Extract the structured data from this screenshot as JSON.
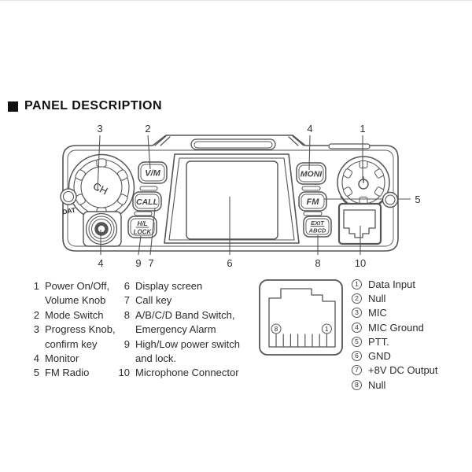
{
  "title": {
    "heading": "PANEL DESCRIPTION"
  },
  "device": {
    "labels": {
      "vm": "V/M",
      "call": "CALL",
      "hl_top": "H/L",
      "hl_bottom": "LOCK",
      "moni": "MONI",
      "fm": "FM",
      "exit_top": "EXIT",
      "exit_bottom": "ABCD",
      "channel_knob": "CH",
      "data_jack": "DAT"
    }
  },
  "callouts": {
    "top": [
      "3",
      "2",
      "4",
      "1"
    ],
    "right": [
      "5"
    ],
    "bottom": [
      "4",
      "9",
      "7",
      "6",
      "8",
      "10"
    ]
  },
  "legend_left": {
    "items": [
      {
        "num": "1",
        "text": "Power On/Off,"
      },
      {
        "num": "",
        "text": "Volume Knob"
      },
      {
        "num": "2",
        "text": "Mode Switch"
      },
      {
        "num": "3",
        "text": "Progress Knob,"
      },
      {
        "num": "",
        "text": "confirm key"
      },
      {
        "num": "4",
        "text": "Monitor"
      },
      {
        "num": "5",
        "text": "FM Radio"
      }
    ]
  },
  "legend_mid": {
    "items": [
      {
        "num": "6",
        "text": "Display screen"
      },
      {
        "num": "7",
        "text": "Call key"
      },
      {
        "num": "8",
        "text": "A/B/C/D Band Switch,"
      },
      {
        "num": "",
        "text": "Emergency Alarm"
      },
      {
        "num": "9",
        "text": "High/Low power switch"
      },
      {
        "num": "",
        "text": "and lock."
      },
      {
        "num": "10",
        "text": "Microphone Connector"
      }
    ]
  },
  "connector_diagram": {
    "left_pin": "8",
    "right_pin": "1"
  },
  "pins": {
    "items": [
      {
        "num": "1",
        "text": "Data Input"
      },
      {
        "num": "2",
        "text": "Null"
      },
      {
        "num": "3",
        "text": "MIC"
      },
      {
        "num": "4",
        "text": "MIC Ground"
      },
      {
        "num": "5",
        "text": "PTT."
      },
      {
        "num": "6",
        "text": "GND"
      },
      {
        "num": "7",
        "text": "+8V DC Output"
      },
      {
        "num": "8",
        "text": "Null"
      }
    ]
  }
}
